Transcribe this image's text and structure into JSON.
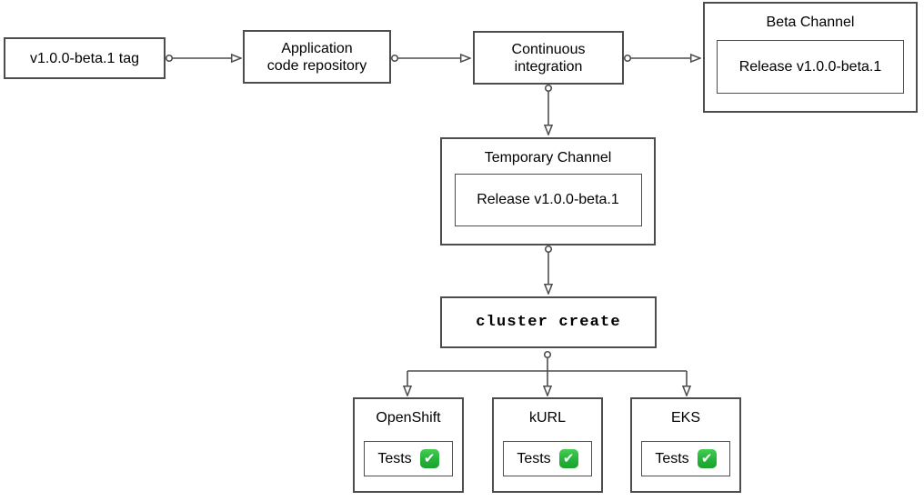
{
  "diagram": {
    "nodes": {
      "tag": {
        "label": "v1.0.0-beta.1 tag"
      },
      "app_repo": {
        "label": "Application code repository"
      },
      "ci": {
        "label": "Continuous integration"
      },
      "beta_channel": {
        "title": "Beta Channel",
        "release_label": "Release v1.0.0-beta.1"
      },
      "temp_channel": {
        "title": "Temporary Channel",
        "release_label": "Release v1.0.0-beta.1"
      },
      "cluster_create": {
        "label": "cluster create"
      },
      "openshift": {
        "title": "OpenShift",
        "tests_label": "Tests",
        "check_icon": "✔"
      },
      "kurl": {
        "title": "kURL",
        "tests_label": "Tests",
        "check_icon": "✔"
      },
      "eks": {
        "title": "EKS",
        "tests_label": "Tests",
        "check_icon": "✔"
      }
    },
    "colors": {
      "border": "#4d4d4d",
      "check_green": "#23b33a",
      "background": "#ffffff",
      "text": "#000000"
    }
  }
}
